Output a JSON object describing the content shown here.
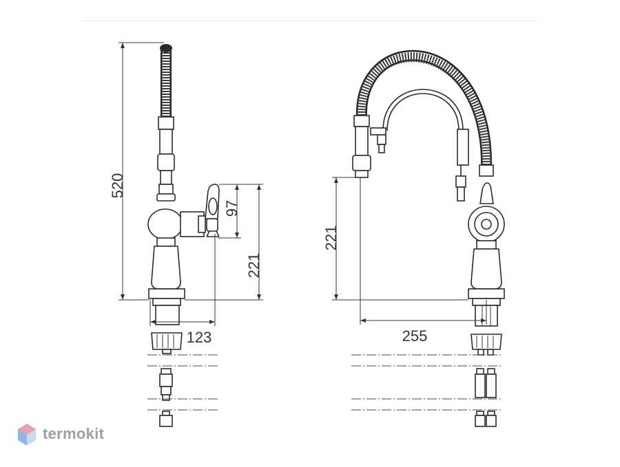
{
  "dimensions": {
    "side_total_height": "520",
    "side_handle_height": "97",
    "side_spout_height": "221",
    "side_handle_reach": "123",
    "front_height": "221",
    "front_reach": "255"
  },
  "brand": {
    "name": "termokit",
    "icon": "hexagon-logo-icon",
    "text_color": "#9aa0a6",
    "icon_colors": [
      "#e8a0b4",
      "#8fb7e8",
      "#c9d9ef"
    ]
  }
}
